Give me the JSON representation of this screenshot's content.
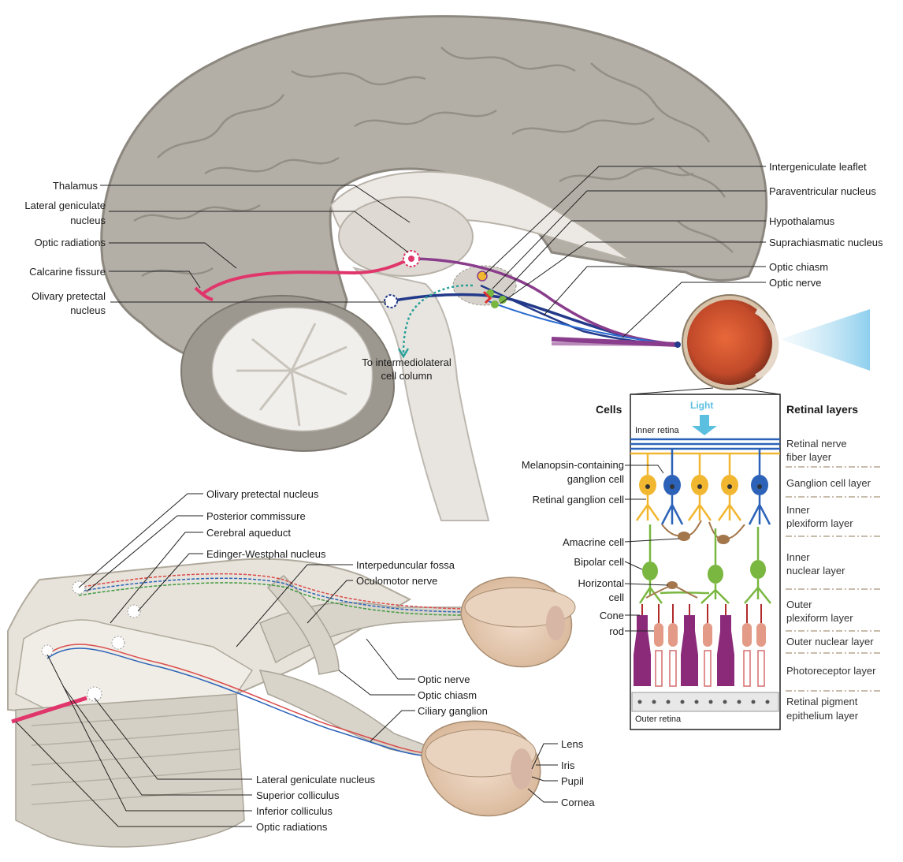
{
  "brain_labels": {
    "thalamus": "Thalamus",
    "lateral_geniculate_nucleus": [
      "Lateral geniculate",
      "nucleus"
    ],
    "optic_radiations": "Optic radiations",
    "calcarine_fissure": "Calcarine fissure",
    "olivary_pretectal_nucleus": [
      "Olivary pretectal",
      "nucleus"
    ],
    "to_intermediolateral": [
      "To intermediolateral",
      "cell column"
    ],
    "intergeniculate_leaflet": "Intergeniculate leaflet",
    "paraventricular_nucleus": "Paraventricular nucleus",
    "hypothalamus": "Hypothalamus",
    "suprachiasmatic_nucleus": "Suprachiasmatic nucleus",
    "optic_chiasm": "Optic chiasm",
    "optic_nerve": "Optic nerve"
  },
  "retina": {
    "cells_header": "Cells",
    "layers_header": "Retinal layers",
    "light": "Light",
    "inner_retina": "Inner retina",
    "outer_retina": "Outer retina",
    "cells": {
      "melanopsin": [
        "Melanopsin-containing",
        "ganglion cell"
      ],
      "retinal_ganglion": "Retinal ganglion cell",
      "amacrine": "Amacrine cell",
      "bipolar": "Bipolar cell",
      "horizontal": [
        "Horizontal",
        "cell"
      ],
      "cone": "Cone",
      "rod": "rod"
    },
    "layers": {
      "nerve_fiber": [
        "Retinal nerve",
        "fiber layer"
      ],
      "ganglion": "Ganglion cell layer",
      "inner_plexiform": [
        "Inner",
        "plexiform layer"
      ],
      "inner_nuclear": [
        "Inner",
        "nuclear layer"
      ],
      "outer_plexiform": [
        "Outer",
        "plexiform layer"
      ],
      "outer_nuclear": "Outer nuclear layer",
      "photoreceptor": "Photoreceptor layer",
      "rpe": [
        "Retinal pigment",
        "epithelium layer"
      ]
    }
  },
  "brainstem_labels": {
    "olivary_pretectal_nucleus": "Olivary pretectal nucleus",
    "posterior_commissure": "Posterior commissure",
    "cerebral_aqueduct": "Cerebral aqueduct",
    "edinger_westphal": "Edinger-Westphal nucleus",
    "interpeduncular_fossa": "Interpeduncular fossa",
    "oculomotor_nerve": "Oculomotor nerve",
    "optic_nerve": "Optic nerve",
    "optic_chiasm": "Optic chiasm",
    "ciliary_ganglion": "Ciliary ganglion",
    "lens": "Lens",
    "iris": "Iris",
    "pupil": "Pupil",
    "cornea": "Cornea",
    "lateral_geniculate_nucleus": "Lateral geniculate nucleus",
    "superior_colliculus": "Superior colliculus",
    "inferior_colliculus": "Inferior colliculus",
    "optic_radiations": "Optic radiations"
  },
  "colors": {
    "brain_gray": "#b3aea6",
    "brain_dark": "#8c877f",
    "pink_path": "#e0366b",
    "navy_path": "#233a8a",
    "purple_path": "#8a3d8c",
    "teal_dotted": "#2aa29a",
    "retina_yellow": "#f2b731",
    "retina_blue": "#2c63b8",
    "retina_green": "#7ab740",
    "retina_brown": "#a3764b",
    "retina_purple": "#8a2a79",
    "retina_peach": "#e39a86"
  }
}
